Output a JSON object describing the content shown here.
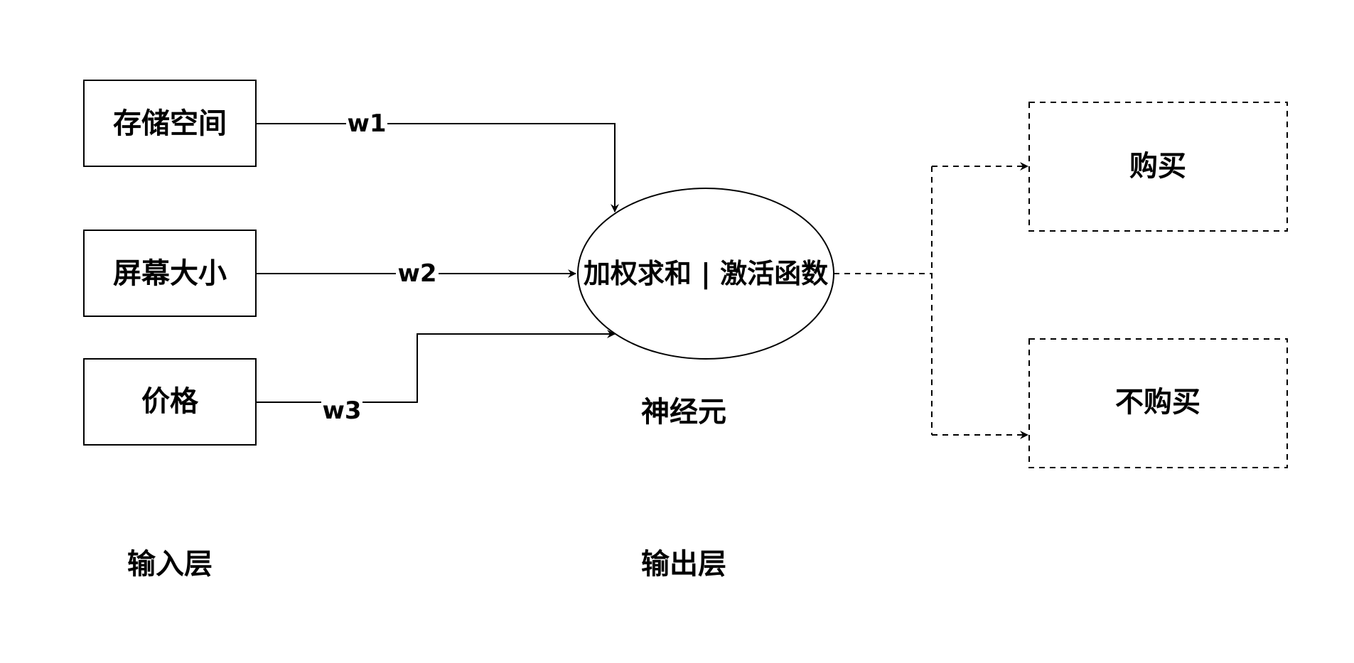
{
  "inputs": [
    {
      "label": "存储空间"
    },
    {
      "label": "屏幕大小"
    },
    {
      "label": "价格"
    }
  ],
  "weights": [
    "w1",
    "w2",
    "w3"
  ],
  "neuron": {
    "label": "加权求和 | 激活函数",
    "caption": "神经元"
  },
  "outputs": [
    {
      "label": "购买"
    },
    {
      "label": "不购买"
    }
  ],
  "layers": {
    "input": "输入层",
    "output": "输出层"
  },
  "colors": {
    "stroke": "#000000",
    "background": "#ffffff"
  }
}
